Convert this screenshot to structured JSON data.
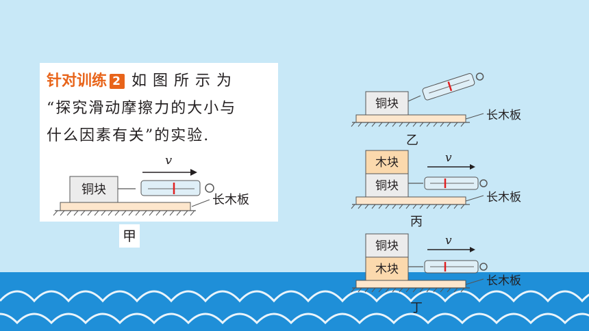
{
  "question": {
    "tag": "针对训练",
    "number": "2",
    "line1_rest": "如图所示为",
    "line2": "“探究滑动摩擦力的大小与",
    "line3": "什么因素有关”的实验."
  },
  "figures": {
    "jia": {
      "label": "甲",
      "block": "铜块",
      "board": "长木板",
      "velocity": "v"
    },
    "yi": {
      "label": "乙",
      "block": "铜块",
      "board": "长木板"
    },
    "bing": {
      "label": "丙",
      "top_block": "木块",
      "bottom_block": "铜块",
      "board": "长木板",
      "velocity": "v"
    },
    "ding": {
      "label": "丁",
      "top_block": "铜块",
      "bottom_block": "木块",
      "board": "长木板",
      "velocity": "v"
    }
  },
  "colors": {
    "background": "#c8e8f7",
    "wave": "#1f8fd8",
    "accent": "#e8641a",
    "copper_block": "#ececec",
    "wood_block": "#fbd9ad",
    "board": "#fde6cc"
  }
}
